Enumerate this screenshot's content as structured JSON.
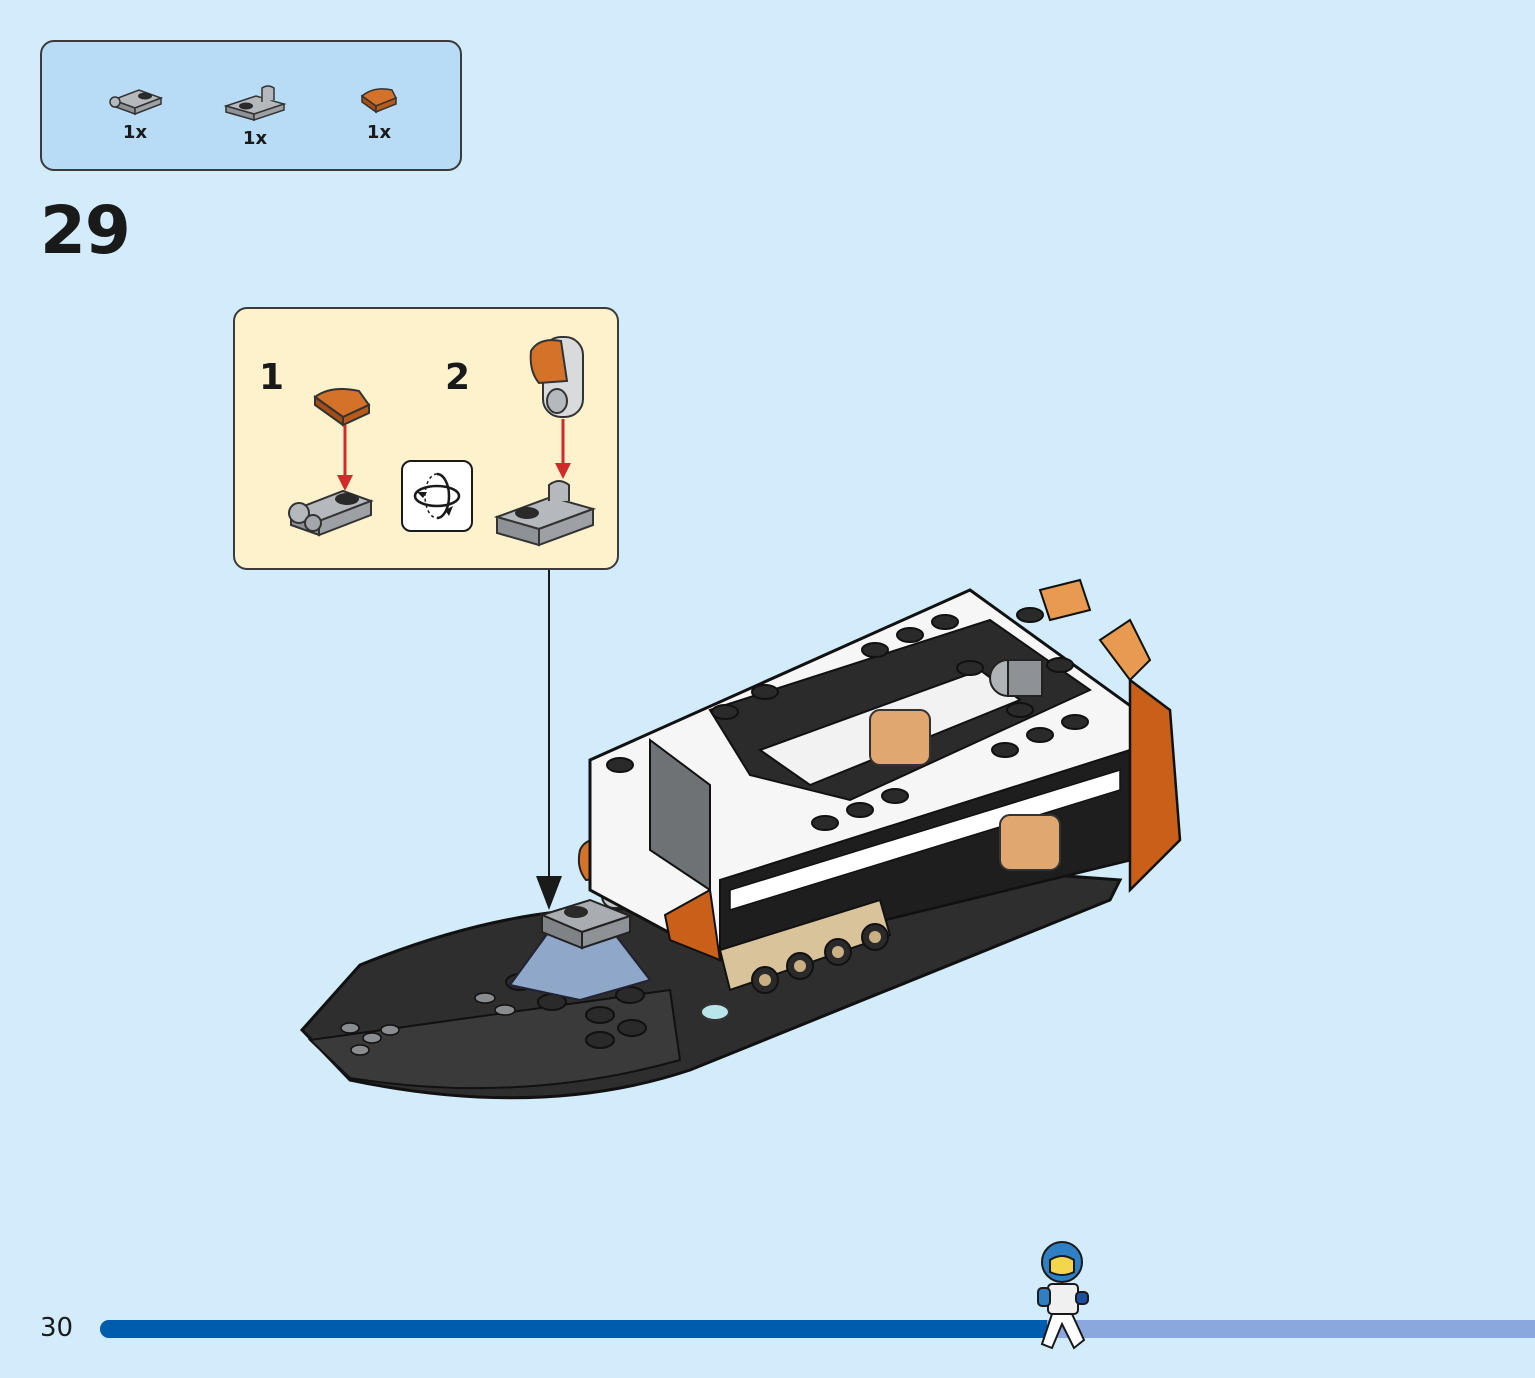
{
  "parts_list": {
    "items": [
      {
        "icon": "gray-plate-with-clip-icon",
        "qty": "1x"
      },
      {
        "icon": "gray-plate-with-clip-vertical-icon",
        "qty": "1x"
      },
      {
        "icon": "orange-curved-tile-icon",
        "qty": "1x"
      }
    ]
  },
  "step": {
    "number": "29"
  },
  "callout": {
    "substeps": [
      {
        "label": "1"
      },
      {
        "label": "2"
      }
    ],
    "rotate_icon": "rotate-model-icon"
  },
  "footer": {
    "page_number": "30",
    "progress": 0.66
  },
  "colors": {
    "background": "#d3ecfb",
    "parts_box": "#b8dbf6",
    "callout": "#fdf2cc",
    "progress_fill": "#005dad",
    "progress_track": "#8aa8de",
    "brick_orange": "#c8601a",
    "brick_gray": "#a0a4a8"
  }
}
